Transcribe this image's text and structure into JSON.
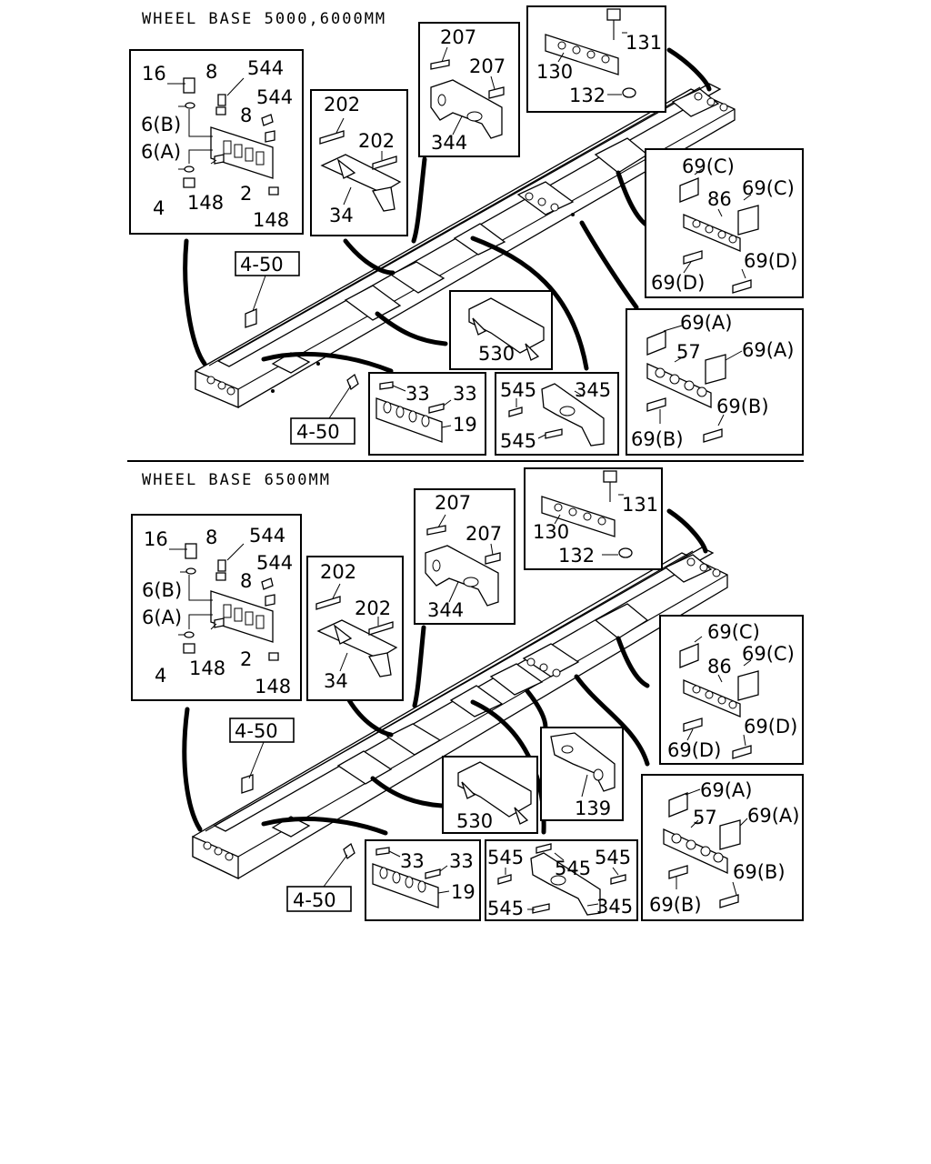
{
  "sections": [
    {
      "heading": "WHEEL BASE 5000,6000MM",
      "callouts": {
        "fastener_box": [
          "16",
          "8",
          "544",
          "544",
          "6(B)",
          "8",
          "6(A)",
          "148",
          "2",
          "4",
          "148"
        ],
        "crossmember_34_box": [
          "202",
          "202",
          "34"
        ],
        "crossmember_344_box": [
          "207",
          "207",
          "344"
        ],
        "rear_box": [
          "131",
          "130",
          "132"
        ],
        "crossmember_86_box": [
          "69(C)",
          "69(C)",
          "86",
          "69(D)",
          "69(D)"
        ],
        "crossmember_57_box": [
          "69(A)",
          "57",
          "69(A)",
          "69(B)",
          "69(B)"
        ],
        "crossmember_530_box": [
          "530"
        ],
        "crossmember_19_box": [
          "33",
          "33",
          "19"
        ],
        "crossmember_345_box": [
          "545",
          "345",
          "545"
        ]
      },
      "refs": [
        "4-50",
        "4-50"
      ]
    },
    {
      "heading": "WHEEL BASE 6500MM",
      "callouts": {
        "fastener_box": [
          "16",
          "8",
          "544",
          "544",
          "6(B)",
          "8",
          "6(A)",
          "148",
          "2",
          "4",
          "148"
        ],
        "crossmember_34_box": [
          "202",
          "202",
          "34"
        ],
        "crossmember_344_box": [
          "207",
          "207",
          "344"
        ],
        "rear_box": [
          "131",
          "130",
          "132"
        ],
        "crossmember_86_box": [
          "69(C)",
          "69(C)",
          "86",
          "69(D)",
          "69(D)"
        ],
        "crossmember_57_box": [
          "69(A)",
          "57",
          "69(A)",
          "69(B)",
          "69(B)"
        ],
        "crossmember_139_box": [
          "139"
        ],
        "crossmember_530_box": [
          "530"
        ],
        "crossmember_19_box": [
          "33",
          "33",
          "19"
        ],
        "crossmember_345_box": [
          "545",
          "545",
          "545",
          "545",
          "345"
        ]
      },
      "refs": [
        "4-50",
        "4-50"
      ]
    }
  ]
}
